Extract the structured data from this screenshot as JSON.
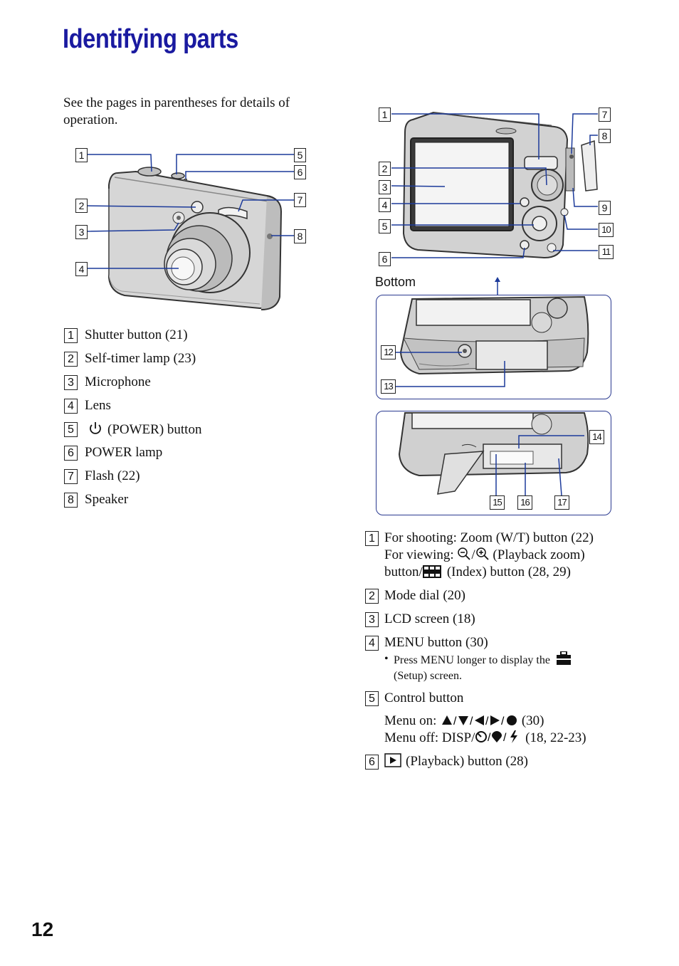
{
  "page": {
    "title": "Identifying parts",
    "intro": "See the pages in parentheses for details of operation.",
    "page_number": "12"
  },
  "front_view": {
    "callouts": [
      "1",
      "2",
      "3",
      "4",
      "5",
      "6",
      "7",
      "8"
    ],
    "legend": [
      {
        "num": "1",
        "text": "Shutter button (21)"
      },
      {
        "num": "2",
        "text": "Self-timer lamp (23)"
      },
      {
        "num": "3",
        "text": "Microphone"
      },
      {
        "num": "4",
        "text": "Lens"
      },
      {
        "num": "5",
        "text": "(POWER) button",
        "icon": "power-icon"
      },
      {
        "num": "6",
        "text": "POWER lamp"
      },
      {
        "num": "7",
        "text": "Flash (22)"
      },
      {
        "num": "8",
        "text": "Speaker"
      }
    ]
  },
  "rear_view": {
    "callouts": [
      "1",
      "2",
      "3",
      "4",
      "5",
      "6",
      "7",
      "8",
      "9",
      "10",
      "11"
    ],
    "bottom_label": "Bottom",
    "bottom_callouts": [
      "12",
      "13"
    ],
    "battery_callouts": [
      "14",
      "15",
      "16",
      "17"
    ]
  },
  "rear_legend": {
    "item1": {
      "num": "1",
      "line1": "For shooting: Zoom (W/T) button (22)",
      "line2_a": "For viewing:",
      "line2_b": "(Playback zoom)",
      "line3_a": "button/",
      "line3_b": "(Index) button (28, 29)"
    },
    "item2": {
      "num": "2",
      "text": "Mode dial (20)"
    },
    "item3": {
      "num": "3",
      "text": "LCD screen (18)"
    },
    "item4": {
      "num": "4",
      "text": "MENU button (30)",
      "note_a": "Press MENU longer to display the",
      "note_b": "(Setup) screen."
    },
    "item5": {
      "num": "5",
      "text": "Control button",
      "menu_on_a": "Menu on:",
      "menu_on_b": "(30)",
      "menu_off_a": "Menu off: DISP/",
      "menu_off_b": "(18, 22-23)"
    },
    "item6": {
      "num": "6",
      "text": "(Playback) button (28)"
    }
  },
  "colors": {
    "title": "#1a1aa0",
    "panel_border": "#2a3a90",
    "callout_line": "#1c3a9a"
  }
}
